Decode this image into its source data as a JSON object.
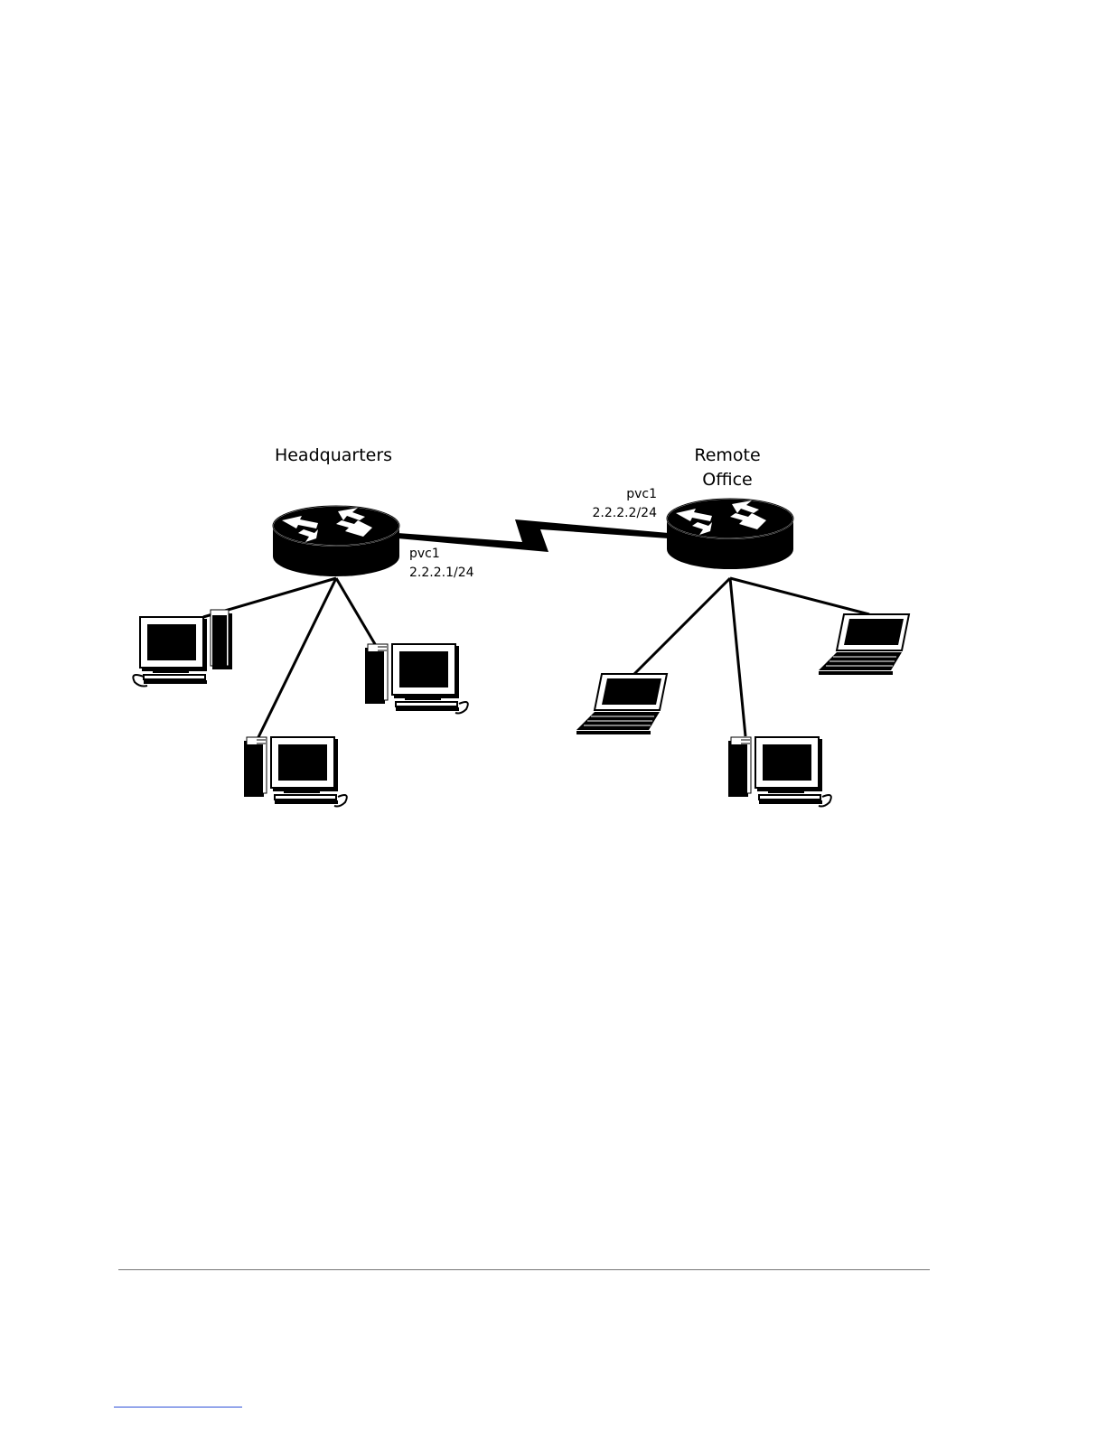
{
  "sites": {
    "hq": {
      "label": "Headquarters",
      "interface": "pvc1",
      "ip": "2.2.2.1/24"
    },
    "remote": {
      "label_line1": "Remote",
      "label_line2": "Office",
      "interface": "pvc1",
      "ip": "2.2.2.2/24"
    }
  },
  "icons": {
    "router": "router-icon",
    "desktop": "desktop-computer-icon",
    "laptop": "laptop-icon",
    "wan_link": "serial-lightning-link"
  }
}
